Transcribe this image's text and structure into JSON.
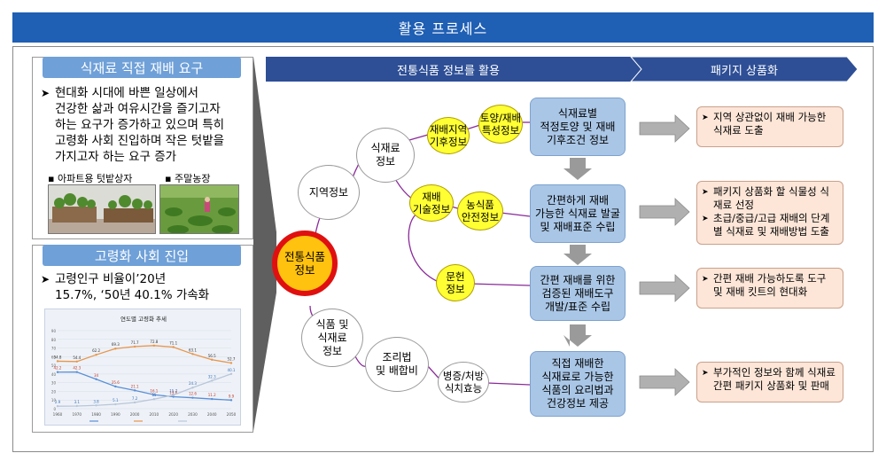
{
  "title": "활용 프로세스",
  "left_panel_1": {
    "header": "식재료 직접 재배 요구",
    "text_lines": [
      "현대화 시대에 바쁜 일상에서",
      "건강한 삶과 여유시간을 즐기고자",
      "하는 요구가 증가하고 있으며 특히",
      "고령화 사회 진입하며 작은 텃밭을",
      "가지고자 하는 요구 증가"
    ],
    "photo1_label": "아파트용 텃밭상자",
    "photo2_label": "주말농장"
  },
  "left_panel_2": {
    "header": "고령화 사회 진입",
    "text_lines": [
      "고령인구 비율이’20년",
      "15.7%, ‘50년 40.1% 가속화"
    ]
  },
  "chart_data": {
    "type": "line",
    "title": "연도별 고령화 추세",
    "categories": [
      "1960",
      "1970",
      "1980",
      "1990",
      "2000",
      "2010",
      "2020",
      "2030",
      "2040",
      "2050"
    ],
    "series": [
      {
        "name": "",
        "values": [
          42.2,
          42.3,
          34.0,
          25.6,
          21.1,
          16.1,
          13.8,
          12.6,
          11.2,
          9.9
        ]
      },
      {
        "name": "",
        "values": [
          54.8,
          54.4,
          62.2,
          69.3,
          71.7,
          72.8,
          71.1,
          63.1,
          56.5,
          52.7
        ]
      },
      {
        "name": "",
        "values": [
          2.9,
          3.1,
          3.8,
          5.1,
          7.2,
          11.0,
          15.7,
          24.3,
          32.3,
          40.1
        ]
      }
    ],
    "ylim": [
      0,
      90
    ],
    "colors": [
      "#5b8fd6",
      "#e8954a",
      "#b9c6d9"
    ]
  },
  "stages": {
    "stage1": "전통식품 정보를 활용",
    "stage2": "패키지 상품화"
  },
  "core": {
    "line1": "전통식품",
    "line2": "정보"
  },
  "nodes": {
    "region": "지역정보",
    "ingredient": [
      "식재료",
      "정보"
    ],
    "food_ingredient": [
      "식품 및",
      "식재료",
      "정보"
    ],
    "recipe": [
      "조리법",
      "및 배합비"
    ]
  },
  "bubbles": {
    "climate": [
      "재배지역",
      "기후정보"
    ],
    "soil": [
      "토양/재배",
      "특성정보"
    ],
    "tech": [
      "재배",
      "기술정보"
    ],
    "safety": [
      "농식품",
      "안전정보"
    ],
    "literature": [
      "문헌",
      "정보"
    ],
    "disease": [
      "병증/처방",
      "식치효능"
    ]
  },
  "process_boxes": [
    [
      "식재료별",
      "적정토양 및 재배",
      "기후조건 정보"
    ],
    [
      "간편하게 재배",
      "가능한 식재료 발굴",
      "및 재배표준 수립"
    ],
    [
      "간편 재배를 위한",
      "검증된 재배도구",
      "개발/표준 수립"
    ],
    [
      "직접 재배한",
      "식재료로 가능한",
      "식품의 요리법과",
      "건강정보 제공"
    ]
  ],
  "outputs": [
    [
      "지역 상관없이 재배 가능한 식재료 도출"
    ],
    [
      "패키지 상품화 할 식물성 식재료 선정",
      "초급/중급/고급 재배의 단계별 식재료 및 재배방법 도출"
    ],
    [
      "간편 재배 가능하도록 도구 및 재배 킷트의 현대화"
    ],
    [
      "부가적인 정보와 함께 식재료 간편 패키지 상품화 및 판매"
    ]
  ]
}
